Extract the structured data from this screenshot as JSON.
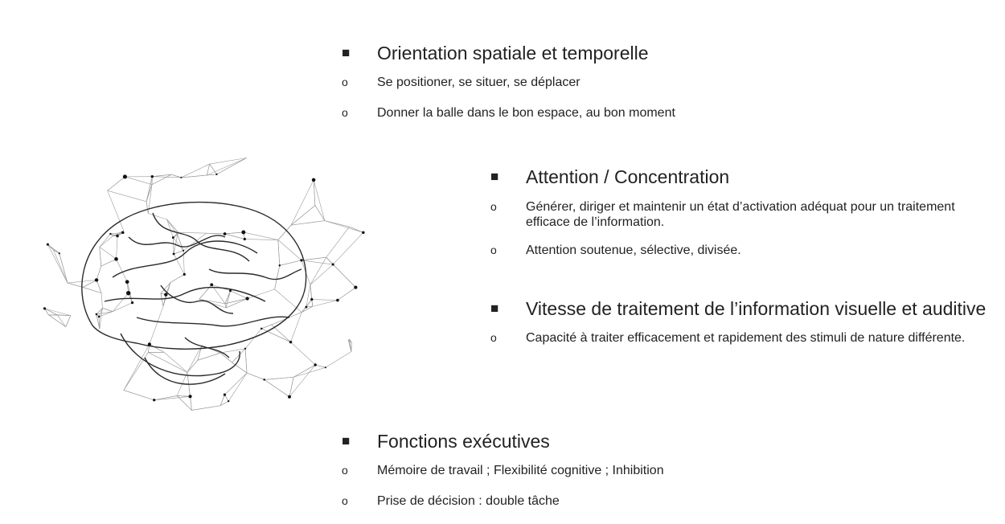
{
  "sections": [
    {
      "title": "Orientation spatiale et temporelle",
      "items": [
        "Se positioner, se situer, se déplacer",
        "Donner la balle dans le bon espace, au bon moment"
      ]
    },
    {
      "title": "Attention / Concentration",
      "items": [
        "Générer, diriger et maintenir un état d’activation adéquat pour un traitement efficace de l’information.",
        "Attention soutenue, sélective, divisée."
      ]
    },
    {
      "title": "Vitesse de traitement de l’information visuelle et auditive",
      "items": [
        "Capacité à traiter efficacement et rapidement des stimuli de nature différente."
      ]
    },
    {
      "title": "Fonctions exécutives",
      "items": [
        "Mémoire de travail ; Flexibilité cognitive ; Inhibition",
        "Prise de décision : double tâche"
      ]
    }
  ],
  "bullets": {
    "square": "■",
    "circle": "o"
  },
  "image": {
    "icon": "brain-network-illustration"
  }
}
